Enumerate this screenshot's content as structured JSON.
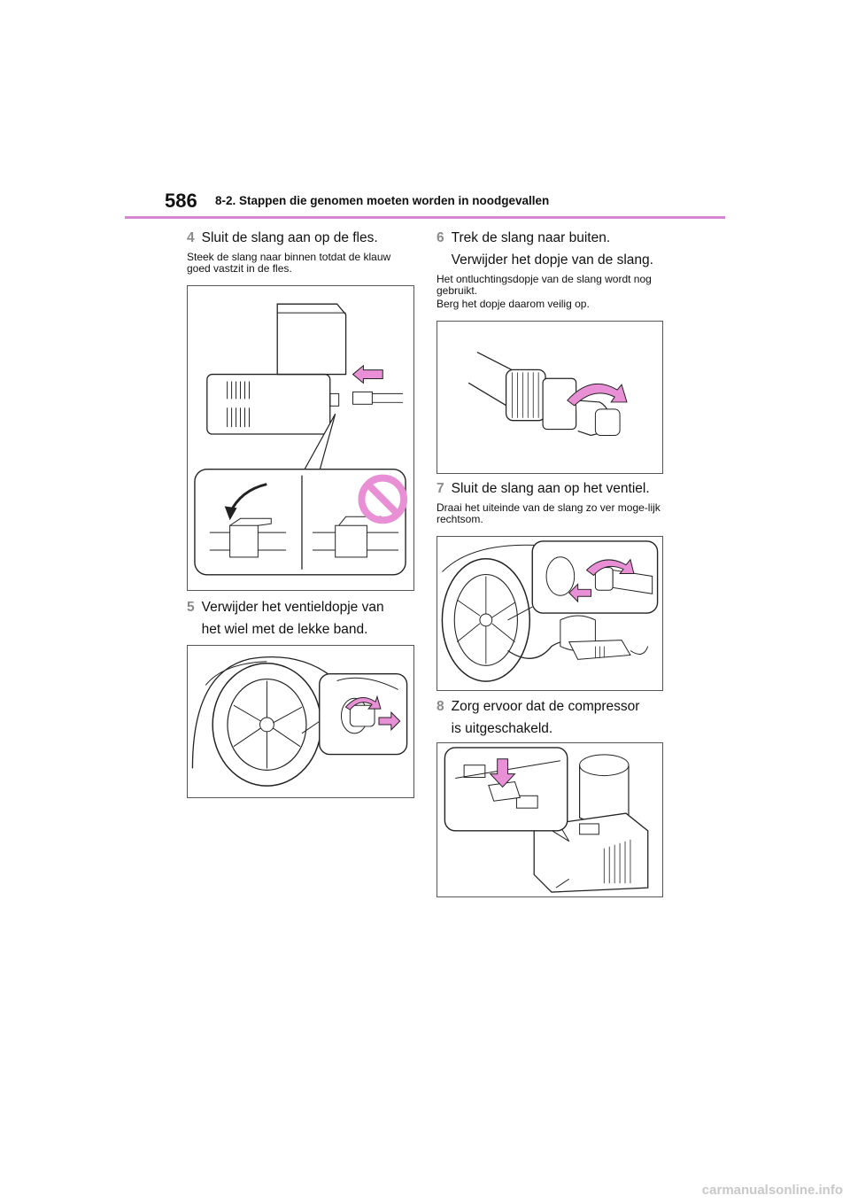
{
  "header": {
    "page_number": "586",
    "section_title": "8-2. Stappen die genomen moeten worden in noodgevallen"
  },
  "steps": [
    {
      "number": "4",
      "text": "Sluit de slang aan op de fles.",
      "notes": [
        "Steek de slang naar binnen totdat de klauw goed vastzit in de fles."
      ]
    },
    {
      "number": "5",
      "text": "Verwijder het ventieldopje van het wiel met de lekke band.",
      "notes": []
    },
    {
      "number": "6",
      "text": "Trek de slang naar buiten. Verwijder het dopje van de slang.",
      "notes": [
        "Het ontluchtingsdopje van de slang wordt nog gebruikt.",
        "Berg het dopje daarom veilig op."
      ]
    },
    {
      "number": "7",
      "text": "Sluit de slang aan op het ventiel.",
      "notes": [
        "Draai het uiteinde van de slang zo ver moge-lijk rechtsom."
      ]
    },
    {
      "number": "8",
      "text": "Zorg ervoor dat de compressor is uitgeschakeld.",
      "notes": []
    }
  ],
  "watermark": "carmanualsonline.info",
  "colors": {
    "accent": "#d486d0",
    "arrow_fill": "#e98fd6"
  }
}
